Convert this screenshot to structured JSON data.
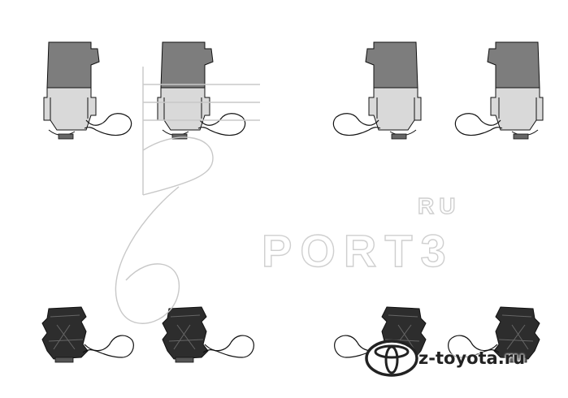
{
  "watermark": {
    "ru": "RU",
    "brand": "PORT3"
  },
  "site": {
    "label": "z-toyota.ru",
    "logo_icon": "toyota-logo-icon"
  },
  "colors": {
    "background": "#ffffff",
    "upper_clip_dark": "#7d7d7d",
    "upper_clip_light": "#d9d9d9",
    "lower_clip_dark": "#2d2d2d",
    "outline": "#111111",
    "watermark": "#cfcfcf"
  }
}
